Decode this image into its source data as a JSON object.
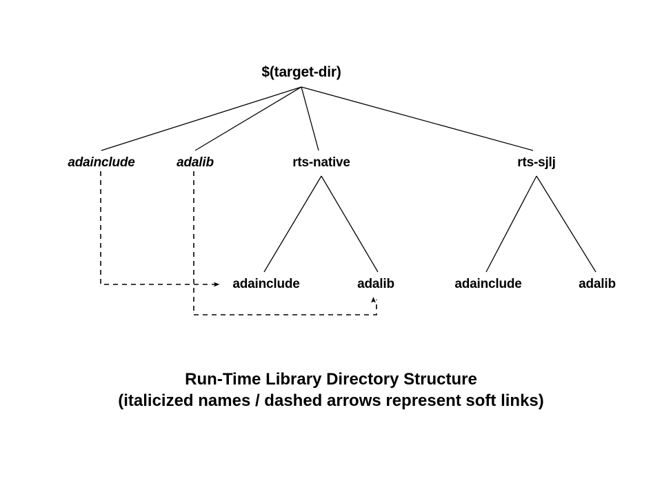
{
  "diagram": {
    "title": "Run-Time Library Directory Structure",
    "root": {
      "label": "$(target-dir)"
    },
    "level2": [
      {
        "label": "adainclude",
        "soft_link": true
      },
      {
        "label": "adalib",
        "soft_link": true
      },
      {
        "label": "rts-native",
        "soft_link": false
      },
      {
        "label": "rts-sjlj",
        "soft_link": false
      }
    ],
    "level3": [
      {
        "label": "adainclude",
        "parent": "rts-native"
      },
      {
        "label": "adalib",
        "parent": "rts-native"
      },
      {
        "label": "adainclude",
        "parent": "rts-sjlj"
      },
      {
        "label": "adalib",
        "parent": "rts-sjlj"
      }
    ],
    "soft_links": [
      {
        "from": "adainclude",
        "to": "rts-native/adainclude"
      },
      {
        "from": "adalib",
        "to": "rts-native/adalib"
      }
    ],
    "colors": {
      "line": "#000000",
      "text": "#000000",
      "background": "#ffffff"
    }
  },
  "caption": {
    "line1": "Run-Time Library Directory Structure",
    "line2": "(italicized names / dashed arrows represent soft links)"
  }
}
